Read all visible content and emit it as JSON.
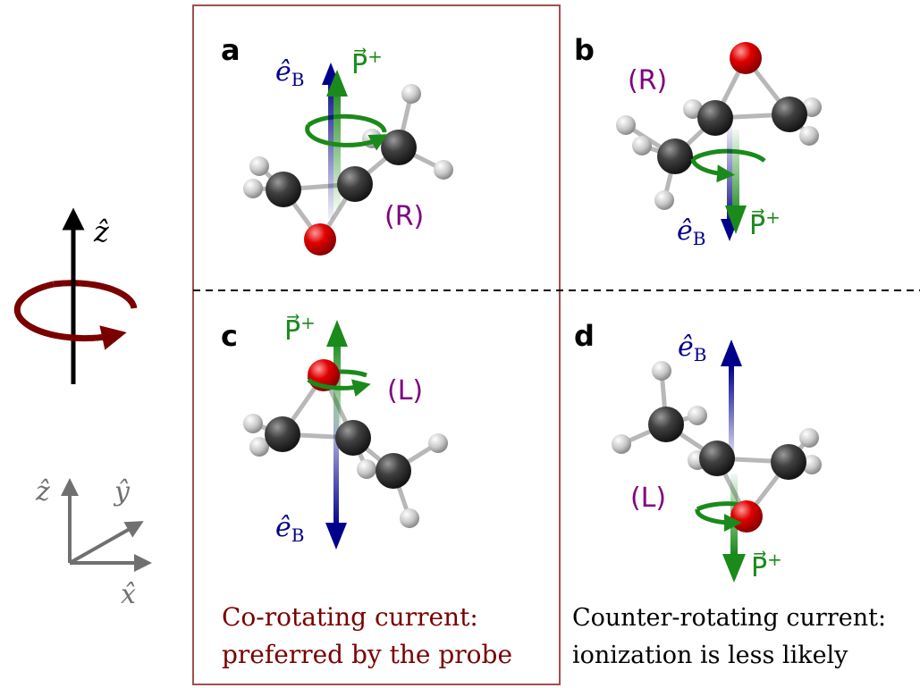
{
  "panels": {
    "a": {
      "letter": "a",
      "config": "(R)",
      "eb": "ê",
      "eb_sub": "B",
      "pplus": "P⃗",
      "pplus_sup": "+"
    },
    "b": {
      "letter": "b",
      "config": "(R)",
      "eb": "ê",
      "eb_sub": "B",
      "pplus": "P⃗",
      "pplus_sup": "+"
    },
    "c": {
      "letter": "c",
      "config": "(L)",
      "eb": "ê",
      "eb_sub": "B",
      "pplus": "P⃗",
      "pplus_sup": "+"
    },
    "d": {
      "letter": "d",
      "config": "(L)",
      "eb": "ê",
      "eb_sub": "B",
      "pplus": "P⃗",
      "pplus_sup": "+"
    }
  },
  "axes": {
    "z_large": "ẑ",
    "z": "ẑ",
    "y": "ŷ",
    "x": "x̂"
  },
  "captions": {
    "co_line1": "Co-rotating current:",
    "co_line2": "preferred by the probe",
    "counter_line1": "Counter-rotating current:",
    "counter_line2": "ionization is less likely"
  },
  "colors": {
    "frame": "#a0504f",
    "rotation": "#7a0000",
    "eb_arrow": "#00008b",
    "pplus_arrow": "#1a8a1a",
    "config_label": "#800080",
    "co_caption": "#7a0000",
    "axis_gray": "#707070"
  }
}
